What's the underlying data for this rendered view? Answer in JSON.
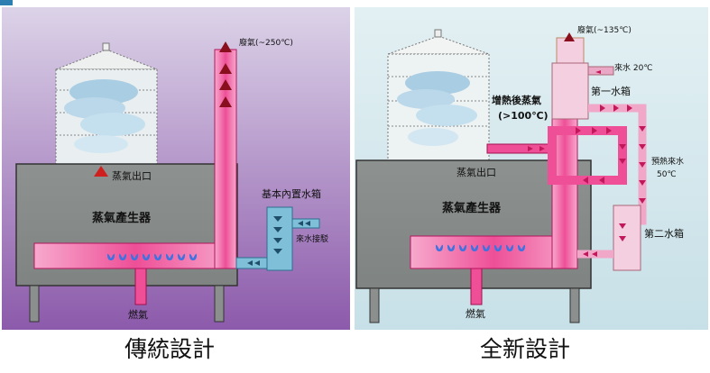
{
  "colors": {
    "left_bg_top": "#d8cfe6",
    "left_bg_bottom": "#8f5fae",
    "right_bg": "#d5e8ee",
    "pipe": "#e83d86",
    "tank": "#7fbfd8",
    "flame": "#2f5fd8"
  },
  "left": {
    "exhaust_label": "廢氣(~250℃)",
    "steam_outlet_label": "蒸氣出口",
    "generator_label": "蒸氣產生器",
    "tank_label": "基本內置水箱",
    "water_inlet_label": "來水接駁",
    "fuel_label": "燃氣",
    "caption": "傳統設計"
  },
  "right": {
    "exhaust_label": "廢氣(~135℃)",
    "water_in_label": "來水 20℃",
    "tank1_label": "第一水箱",
    "superheated_label_1": "增熱後蒸氣",
    "superheated_label_2": "(>100℃)",
    "preheat_label_1": "預熱來水",
    "preheat_label_2": "50℃",
    "steam_outlet_label": "蒸氣出口",
    "generator_label": "蒸氣產生器",
    "tank2_label": "第二水箱",
    "fuel_label": "燃氣",
    "caption": "全新設計"
  }
}
